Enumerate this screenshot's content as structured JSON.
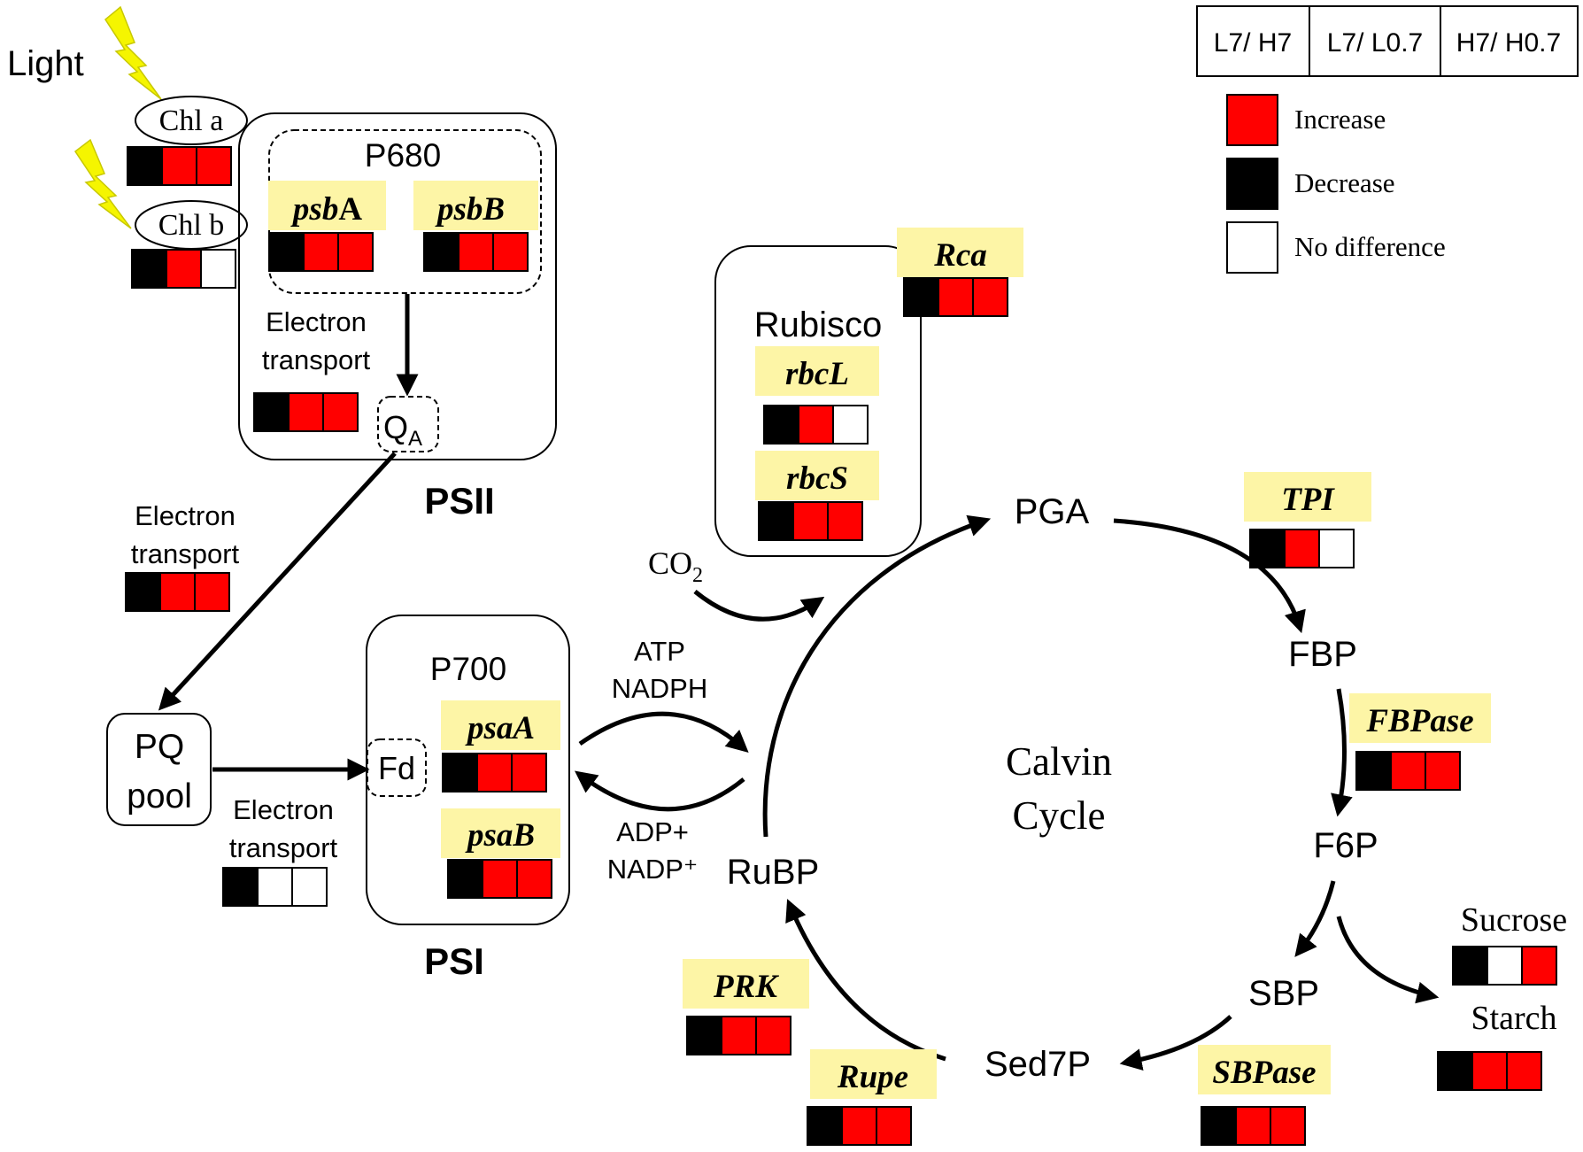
{
  "legend": {
    "headers": [
      "L7/ H7",
      "L7/ L0.7",
      "H7/ H0.7"
    ],
    "items": [
      {
        "state": "increase",
        "label": "Increase"
      },
      {
        "state": "decrease",
        "label": "Decrease"
      },
      {
        "state": "none",
        "label": "No difference"
      }
    ]
  },
  "colors": {
    "increase": "#ff0000",
    "decrease": "#000000",
    "none": "#ffffff",
    "gene_highlight": "#fdf5a6",
    "lightning": "#f5f500"
  },
  "light": {
    "label": "Light"
  },
  "pigments": [
    {
      "id": "chla",
      "label": "Chl a",
      "states": [
        "decrease",
        "increase",
        "increase"
      ]
    },
    {
      "id": "chlb",
      "label": "Chl b",
      "states": [
        "decrease",
        "increase",
        "none"
      ]
    }
  ],
  "psii": {
    "title": "PSII",
    "p680": "P680",
    "genes": [
      {
        "id": "psbA",
        "label_italic": "psb",
        "label_plain": "A",
        "states": [
          "decrease",
          "increase",
          "increase"
        ]
      },
      {
        "id": "psbB",
        "label_italic": "psbB",
        "label_plain": "",
        "states": [
          "decrease",
          "increase",
          "increase"
        ]
      }
    ],
    "electron_transport": {
      "line1": "Electron",
      "line2": "transport",
      "states": [
        "decrease",
        "increase",
        "increase"
      ]
    },
    "qa": {
      "main": "Q",
      "sub": "A"
    }
  },
  "pq_transport": {
    "line1": "Electron",
    "line2": "transport",
    "states": [
      "decrease",
      "increase",
      "increase"
    ]
  },
  "pq_pool": {
    "line1": "PQ",
    "line2": "pool"
  },
  "psi": {
    "title": "PSI",
    "p700": "P700",
    "fd": "Fd",
    "genes": [
      {
        "id": "psaA",
        "label": "psaA",
        "states": [
          "decrease",
          "increase",
          "increase"
        ]
      },
      {
        "id": "psaB",
        "label": "psaB",
        "states": [
          "decrease",
          "increase",
          "increase"
        ]
      }
    ],
    "electron_transport": {
      "line1": "Electron",
      "line2": "transport",
      "states": [
        "decrease",
        "none",
        "none"
      ]
    }
  },
  "energy": {
    "atp": "ATP",
    "nadph": "NADPH",
    "adp": "ADP+",
    "nadp": "NADP⁺"
  },
  "rubisco": {
    "title": "Rubisco",
    "genes": [
      {
        "id": "rbcL",
        "label": "rbcL",
        "states": [
          "decrease",
          "increase",
          "none"
        ]
      },
      {
        "id": "rbcS",
        "label": "rbcS",
        "states": [
          "decrease",
          "increase",
          "increase"
        ]
      }
    ]
  },
  "rca": {
    "label": "Rca",
    "states": [
      "decrease",
      "increase",
      "increase"
    ]
  },
  "co2": {
    "main": "CO",
    "sub": "2"
  },
  "calvin": {
    "line1": "Calvin",
    "line2": "Cycle"
  },
  "metabolites": {
    "pga": "PGA",
    "fbp": "FBP",
    "f6p": "F6P",
    "sbp": "SBP",
    "sed7p": "Sed7P",
    "rubp": "RuBP"
  },
  "cycle_genes": [
    {
      "id": "TPI",
      "label": "TPI",
      "states": [
        "decrease",
        "increase",
        "none"
      ]
    },
    {
      "id": "FBPase",
      "label": "FBPase",
      "states": [
        "decrease",
        "increase",
        "increase"
      ]
    },
    {
      "id": "SBPase",
      "label": "SBPase",
      "states": [
        "decrease",
        "increase",
        "increase"
      ]
    },
    {
      "id": "Rupe",
      "label": "Rupe",
      "states": [
        "decrease",
        "increase",
        "increase"
      ]
    },
    {
      "id": "PRK",
      "label": "PRK",
      "states": [
        "decrease",
        "increase",
        "increase"
      ]
    }
  ],
  "products": [
    {
      "id": "sucrose",
      "label": "Sucrose",
      "states": [
        "decrease",
        "none",
        "increase"
      ]
    },
    {
      "id": "starch",
      "label": "Starch",
      "states": [
        "decrease",
        "increase",
        "increase"
      ]
    }
  ]
}
